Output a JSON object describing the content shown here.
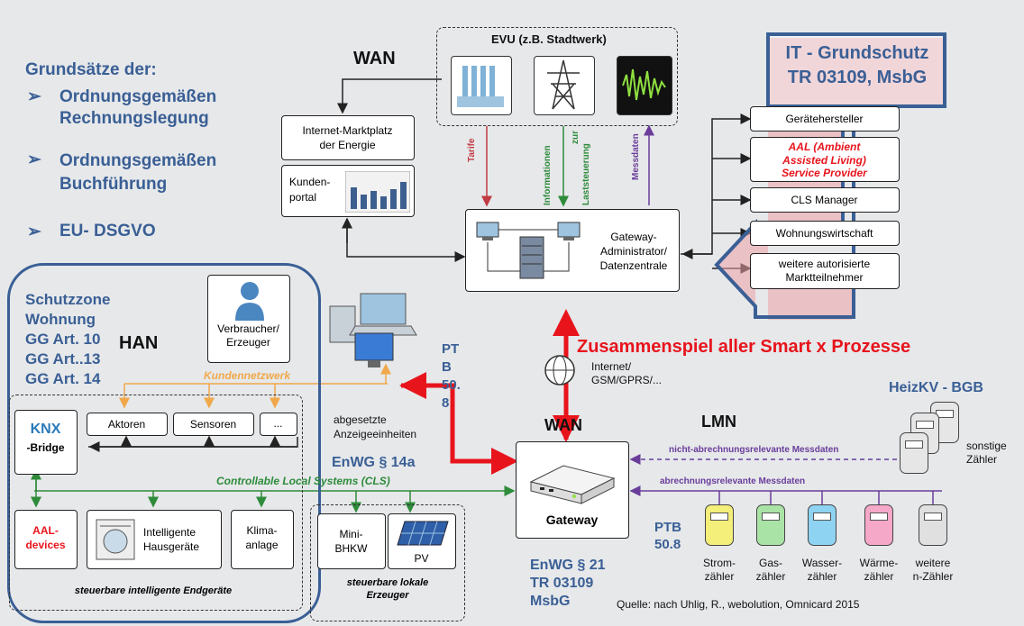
{
  "left_text": {
    "heading": "Grundsätze der:",
    "items": [
      "Ordnungsgemäßen",
      "Rechnungslegung",
      "Ordnungsgemäßen",
      "Buchführung",
      "EU- DSGVO"
    ],
    "bullet": "➢"
  },
  "schutzzone": [
    "Schutzzone",
    "Wohnung",
    "GG Art. 10",
    "GG Art..13",
    "GG Art. 14"
  ],
  "han": "HAN",
  "wan_top": "WAN",
  "wan_mid": "WAN",
  "lmn": "LMN",
  "evu_title": "EVU (z.B. Stadtwerk)",
  "marktplatz": [
    "Internet-Marktplatz",
    "der Energie"
  ],
  "kundenportal": [
    "Kunden-",
    "portal"
  ],
  "flows": {
    "tarife": "Tarife",
    "informationen": "Informationen",
    "zur": "zur",
    "laststeuerung": "Laststeuerung",
    "messdaten": "Messdaten"
  },
  "gateway_admin": [
    "Gateway-",
    "Administrator/",
    "Datenzentrale"
  ],
  "right_boxes": [
    "Gerätehersteller",
    "AAL (Ambient",
    "Assisted Living)",
    "Service Provider",
    "CLS Manager",
    "Wohnungswirtschaft",
    "weitere autorisierte",
    "Marktteilnehmer"
  ],
  "it_grundschutz": [
    "IT - Grundschutz",
    "TR 03109, MsbG"
  ],
  "verbraucher": [
    "Verbraucher/",
    "Erzeuger"
  ],
  "ptb_vertical": [
    "PT",
    "B",
    "50.",
    "8"
  ],
  "zusammenspiel": "Zusammenspiel aller Smart x Prozesse",
  "internet": [
    "Internet/",
    "GSM/GPRS/..."
  ],
  "kundennetzwerk": "Kundennetzwerk",
  "knx": [
    "KNX",
    "-Bridge"
  ],
  "aktoren": "Aktoren",
  "sensoren": "Sensoren",
  "dots": "...",
  "anzeige": [
    "abgesetzte",
    "Anzeigeeinheiten"
  ],
  "enwg14a": "EnWG § 14a",
  "cls": "Controllable Local Systems (CLS)",
  "gateway": "Gateway",
  "aal_devices": [
    "AAL-",
    "devices"
  ],
  "hausgeraete": [
    "Intelligente",
    "Hausgeräte"
  ],
  "klima": [
    "Klima-",
    "anlage"
  ],
  "endgeraete": "steuerbare intelligente Endgeräte",
  "mini_bhkw": [
    "Mini-",
    "BHKW"
  ],
  "pv": "PV",
  "lokale_erzeuger": [
    "steuerbare lokale",
    "Erzeuger"
  ],
  "heizkv": "HeizKV - BGB",
  "nicht_abrechnung": "nicht-abrechnungsrelevante Messdaten",
  "abrechnung": "abrechnungsrelevante Messdaten",
  "sonstige": [
    "sonstige",
    "Zähler"
  ],
  "ptb_bottom": [
    "PTB",
    "50.8"
  ],
  "meters": [
    {
      "l1": "Strom-",
      "l2": "zähler",
      "color": "#f4ee7a"
    },
    {
      "l1": "Gas-",
      "l2": "zähler",
      "color": "#a9e3a6"
    },
    {
      "l1": "Wasser-",
      "l2": "zähler",
      "color": "#8fd3f2"
    },
    {
      "l1": "Wärme-",
      "l2": "zähler",
      "color": "#f5a8c8"
    },
    {
      "l1": "weitere",
      "l2": "n-Zähler",
      "color": "#e0e0e0"
    }
  ],
  "enwg21": [
    "EnWG § 21",
    "TR 03109",
    "MsbG"
  ],
  "quelle": "Quelle: nach Uhlig, R., webolution, Omnicard 2015"
}
